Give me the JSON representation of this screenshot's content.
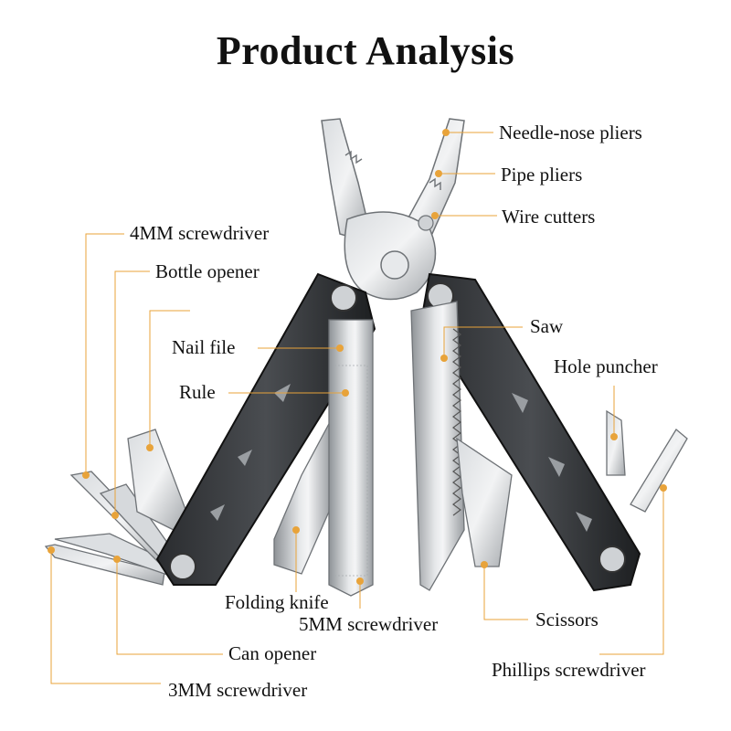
{
  "title": "Product Analysis",
  "accent_color": "#E8A33A",
  "labels": {
    "needle_nose_pliers": "Needle-nose pliers",
    "pipe_pliers": "Pipe pliers",
    "wire_cutters": "Wire cutters",
    "screwdriver_4mm": "4MM screwdriver",
    "bottle_opener": "Bottle opener",
    "nail_file": "Nail file",
    "rule": "Rule",
    "saw": "Saw",
    "hole_puncher": "Hole puncher",
    "folding_knife": "Folding knife",
    "screwdriver_5mm": "5MM screwdriver",
    "scissors": "Scissors",
    "can_opener": "Can opener",
    "phillips_screwdriver": "Phillips screwdriver",
    "screwdriver_3mm": "3MM screwdriver"
  }
}
